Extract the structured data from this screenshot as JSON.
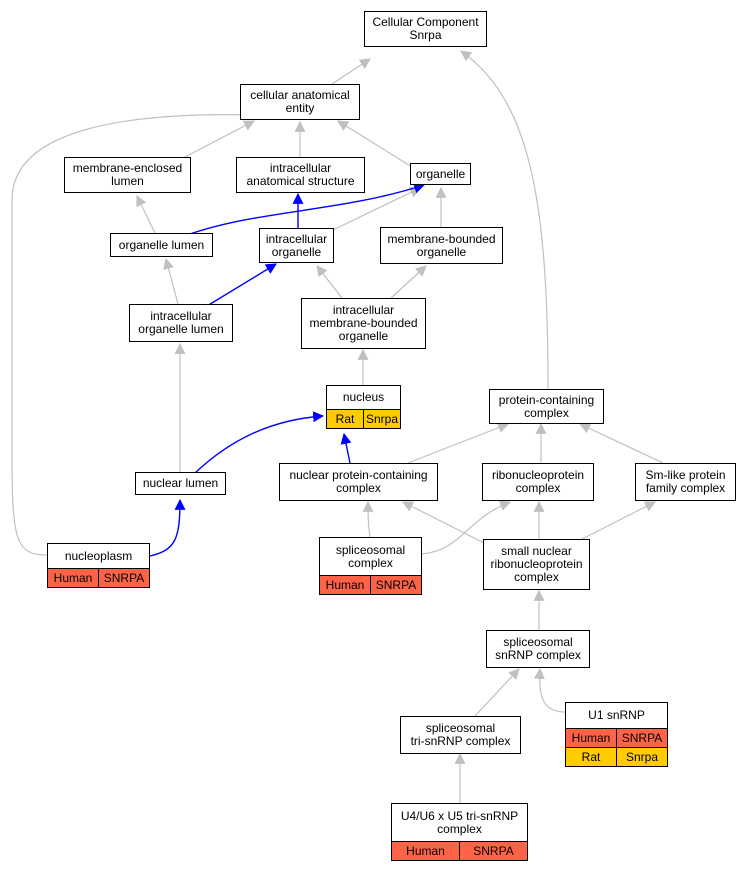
{
  "nodes": {
    "cc_root": "Cellular Component\nSnrpa",
    "cellular_anatomical_entity": "cellular anatomical\nentity",
    "membrane_enclosed_lumen": "membrane-enclosed\nlumen",
    "intracellular_anatomical_structure": "intracellular\nanatomical structure",
    "organelle": "organelle",
    "organelle_lumen": "organelle lumen",
    "intracellular_organelle": "intracellular\norganelle",
    "membrane_bounded_organelle": "membrane-bounded\norganelle",
    "intracellular_organelle_lumen": "intracellular\norganelle lumen",
    "intracellular_membrane_bounded_organelle": "intracellular\nmembrane-bounded\norganelle",
    "nucleus": "nucleus",
    "protein_containing_complex": "protein-containing\ncomplex",
    "nuclear_lumen": "nuclear lumen",
    "nuclear_protein_containing_complex": "nuclear protein-containing\ncomplex",
    "ribonucleoprotein_complex": "ribonucleoprotein\ncomplex",
    "sm_like_protein_family_complex": "Sm-like protein\nfamily complex",
    "nucleoplasm": "nucleoplasm",
    "spliceosomal_complex": "spliceosomal\ncomplex",
    "small_nuclear_ribonucleoprotein_complex": "small nuclear\nribonucleoprotein\ncomplex",
    "spliceosomal_snrnp_complex": "spliceosomal\nsnRNP complex",
    "u1_snrnp": "U1 snRNP",
    "spliceosomal_tri_snrnp_complex": "spliceosomal\ntri-snRNP complex",
    "u4_u6_u5_tri_snrnp_complex": "U4/U6 x U5 tri-snRNP\ncomplex"
  },
  "annotations": {
    "nucleus": [
      [
        "Rat",
        "Snrpa"
      ]
    ],
    "nucleoplasm": [
      [
        "Human",
        "SNRPA"
      ]
    ],
    "spliceosomal_complex": [
      [
        "Human",
        "SNRPA"
      ]
    ],
    "u1_snrnp": [
      [
        "Human",
        "SNRPA"
      ],
      [
        "Rat",
        "Snrpa"
      ]
    ],
    "u4_u6_u5_tri_snrnp_complex": [
      [
        "Human",
        "SNRPA"
      ]
    ]
  },
  "colors": {
    "Human": "#ff6347",
    "Rat": "#ffcc00",
    "edge_default": "#c0c0c0",
    "edge_highlight": "#0000ff"
  }
}
